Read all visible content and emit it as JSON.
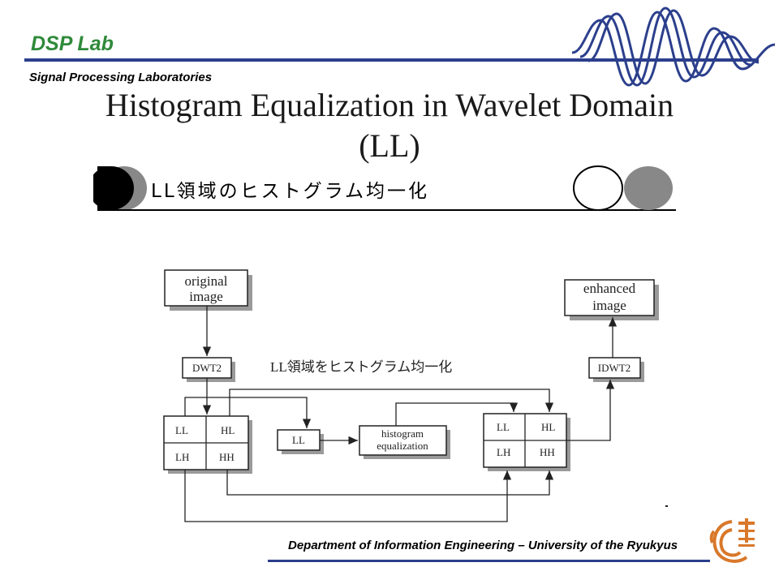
{
  "header": {
    "lab_name": "DSP Lab",
    "lab_subtitle": "Signal Processing Laboratories",
    "accent_color": "#2b3f8c",
    "lab_color": "#2f8a3a"
  },
  "slide": {
    "title_line1": "Histogram Equalization in Wavelet Domain",
    "title_line2": "(LL)",
    "banner_text": "LL領域のヒストグラム均一化"
  },
  "diagram": {
    "original_line1": "original",
    "original_line2": "image",
    "enhanced_line1": "enhanced",
    "enhanced_line2": "image",
    "dwt": "DWT2",
    "idwt": "IDWT2",
    "annotation": "LL領域をヒストグラム均一化",
    "ll_single": "LL",
    "histeq_line1": "histogram",
    "histeq_line2": "equalization",
    "left_grid": {
      "ll": "LL",
      "hl": "HL",
      "lh": "LH",
      "hh": "HH"
    },
    "right_grid": {
      "ll": "LL",
      "hl": "HL",
      "lh": "LH",
      "hh": "HH"
    }
  },
  "footer": {
    "department": "Department of Information Engineering  – University of the Ryukyus"
  },
  "icons": [
    "wave-logo-icon",
    "university-emblem-icon"
  ]
}
